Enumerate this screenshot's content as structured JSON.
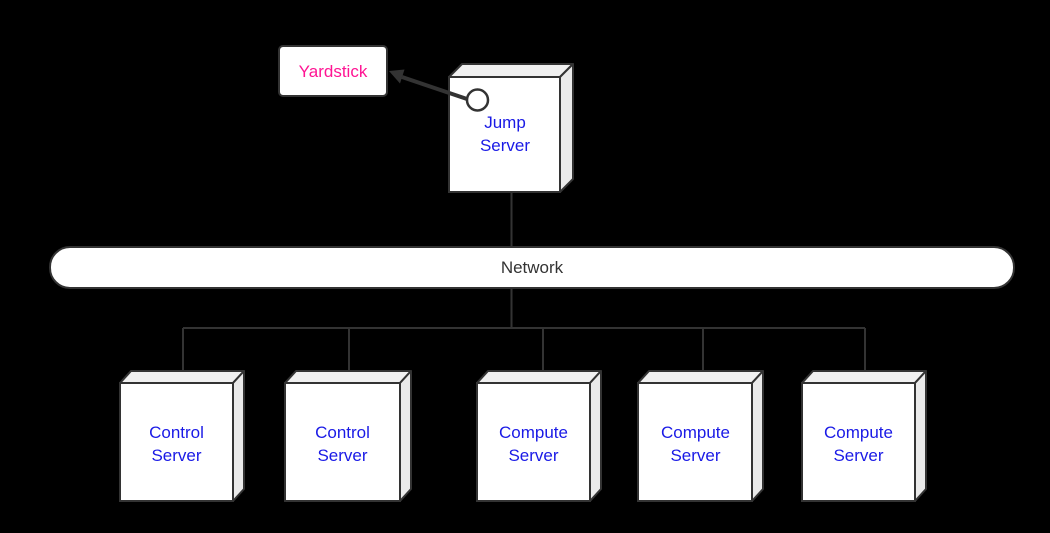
{
  "diagram": {
    "title": "Yardstick deployment architecture diagram",
    "colors": {
      "background": "#000000",
      "stroke": "#333333",
      "node_front_fill": "#ffffff",
      "node_face_fill": "#f0f0f0",
      "server_label": "#1a1ae6",
      "yardstick_label": "#ff1493",
      "network_label": "#333333"
    },
    "yardstick": {
      "label": "Yardstick"
    },
    "jump_server": {
      "label": "Jump Server"
    },
    "network": {
      "label": "Network"
    },
    "servers": [
      {
        "label": "Control Server"
      },
      {
        "label": "Control Server"
      },
      {
        "label": "Compute Server"
      },
      {
        "label": "Compute Server"
      },
      {
        "label": "Compute Server"
      }
    ]
  }
}
